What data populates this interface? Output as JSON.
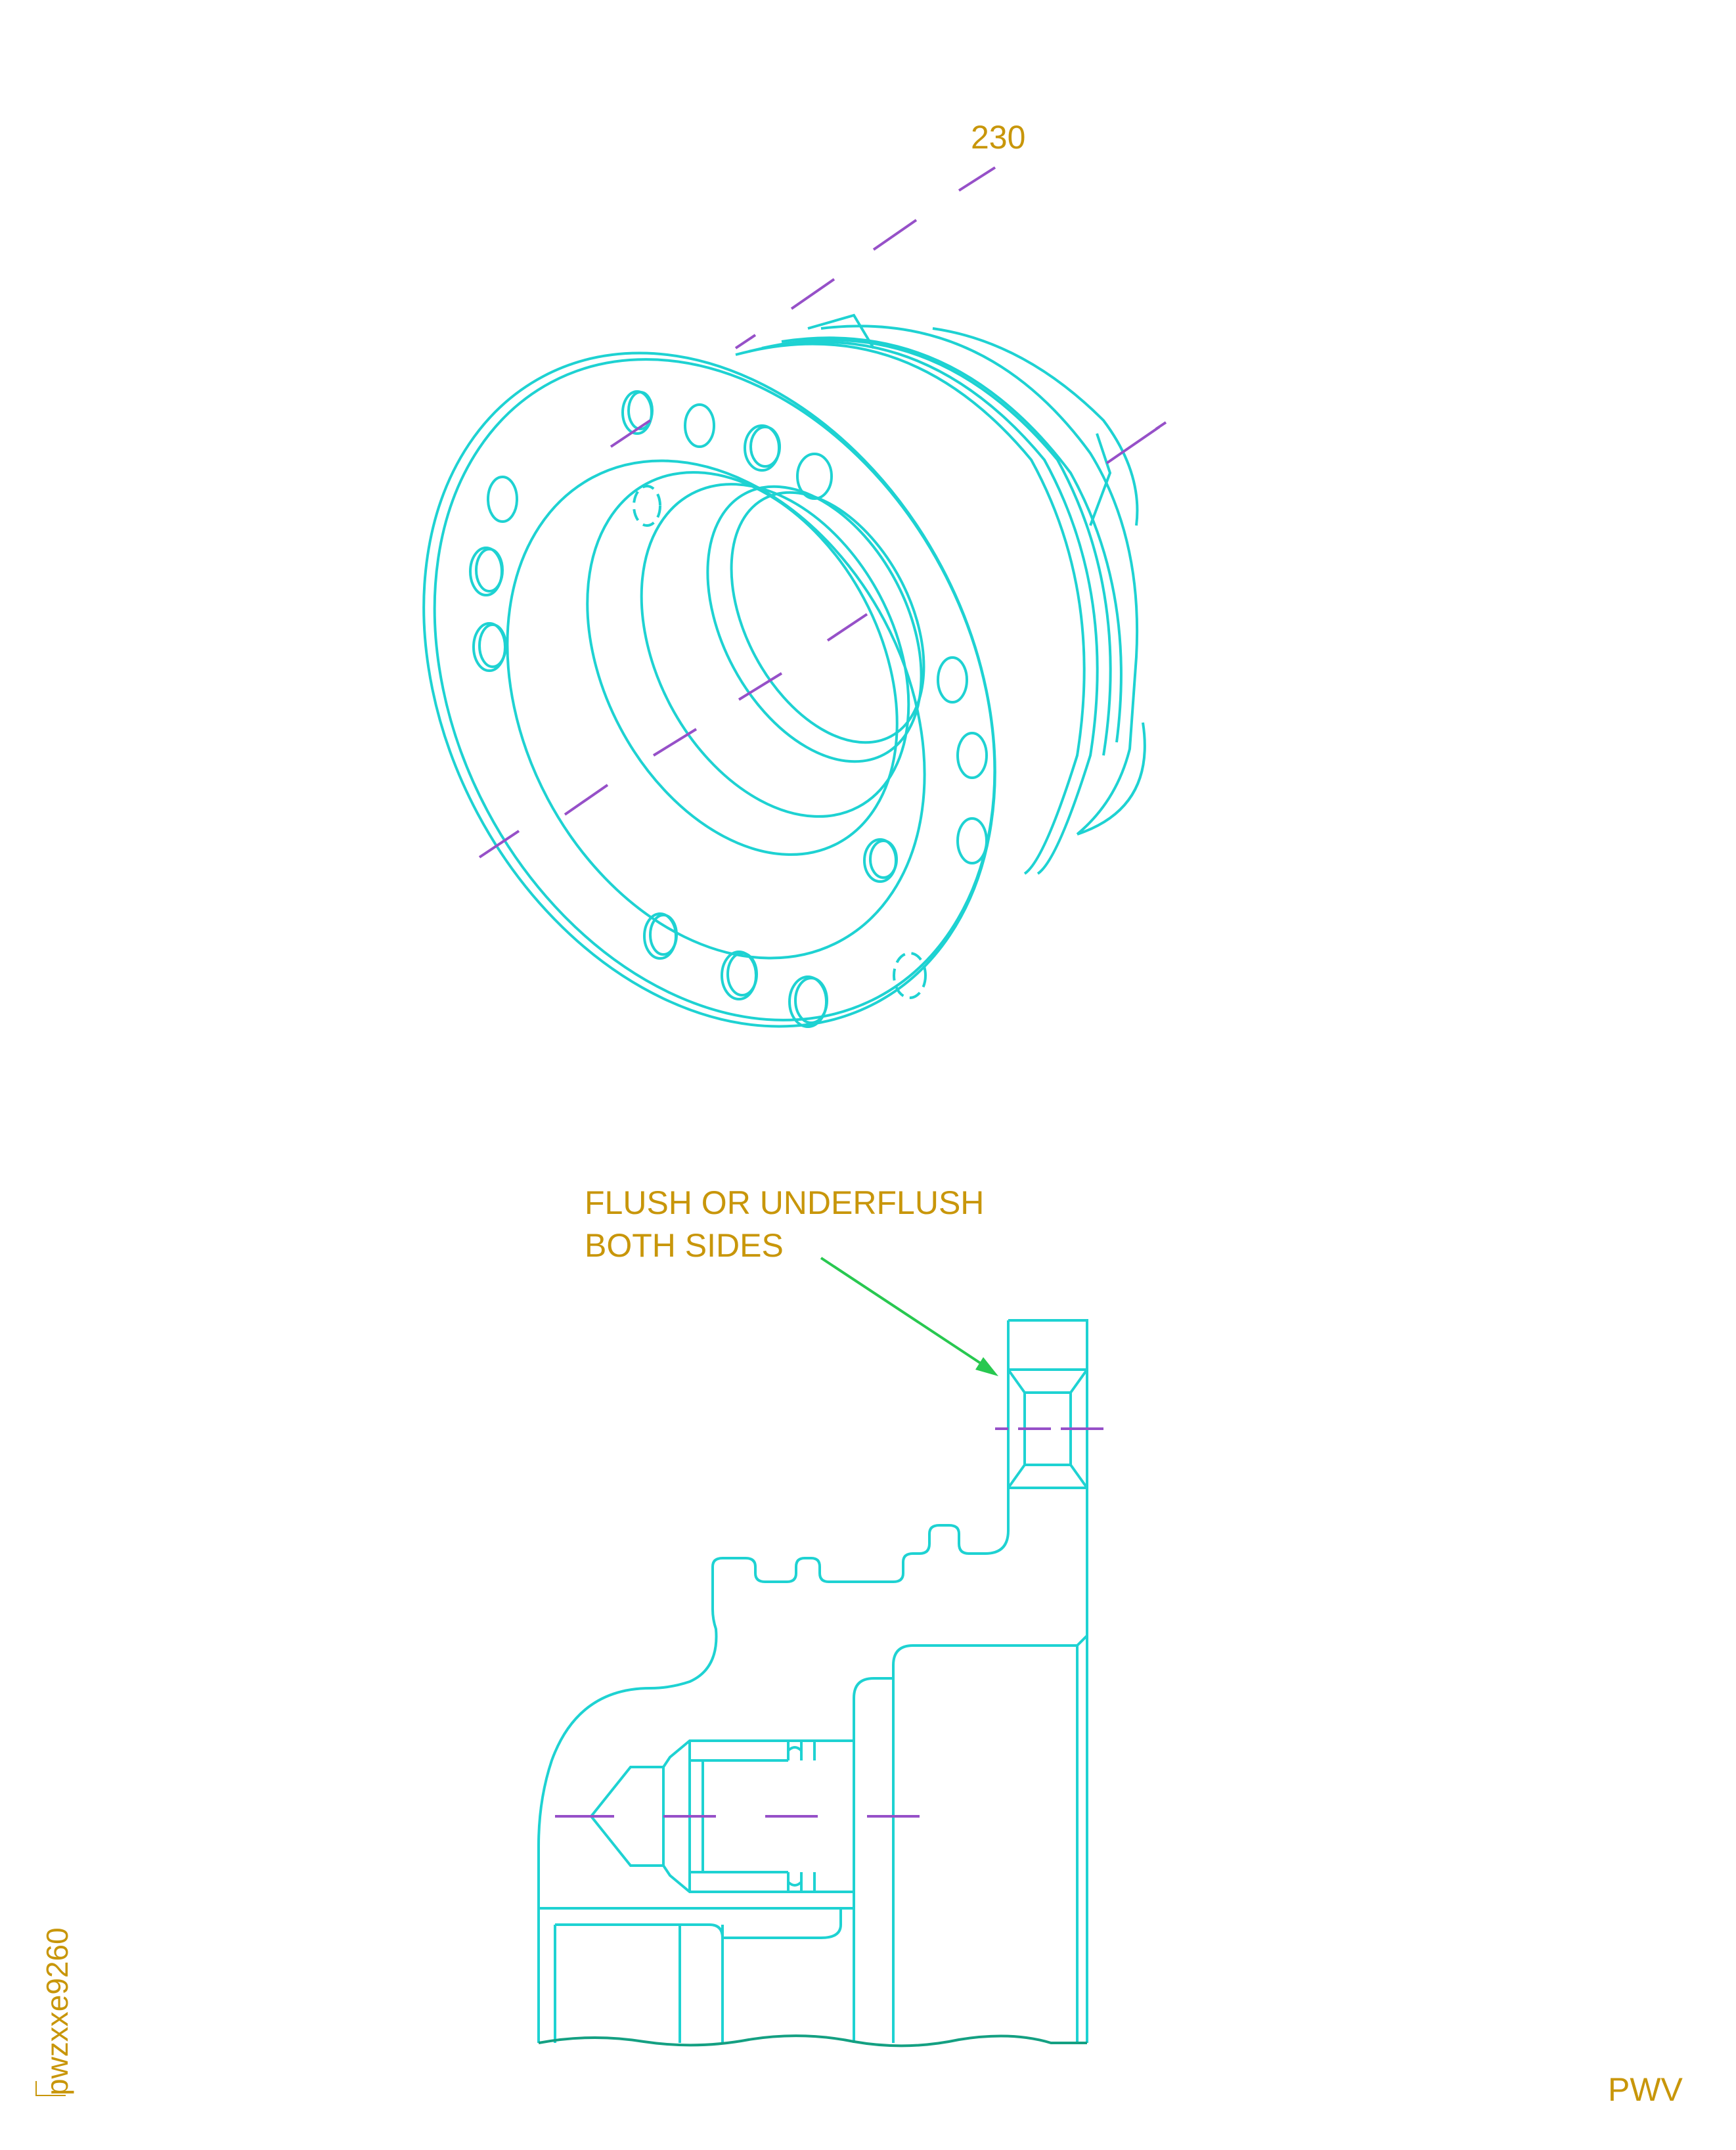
{
  "drawing": {
    "line_color": "#1ed2d2",
    "centerline_color": "#9650c8",
    "text_color": "#c8960a",
    "leader_color": "#28c850",
    "break_line_color": "#14a082"
  },
  "isometric_view": {
    "dimension_label": "230"
  },
  "section_view": {
    "note_line1": "FLUSH OR UNDERFLUSH",
    "note_line2": "BOTH SIDES"
  },
  "sheet": {
    "drawing_id": "pwzxxe9260",
    "corner_code": "PWV"
  }
}
